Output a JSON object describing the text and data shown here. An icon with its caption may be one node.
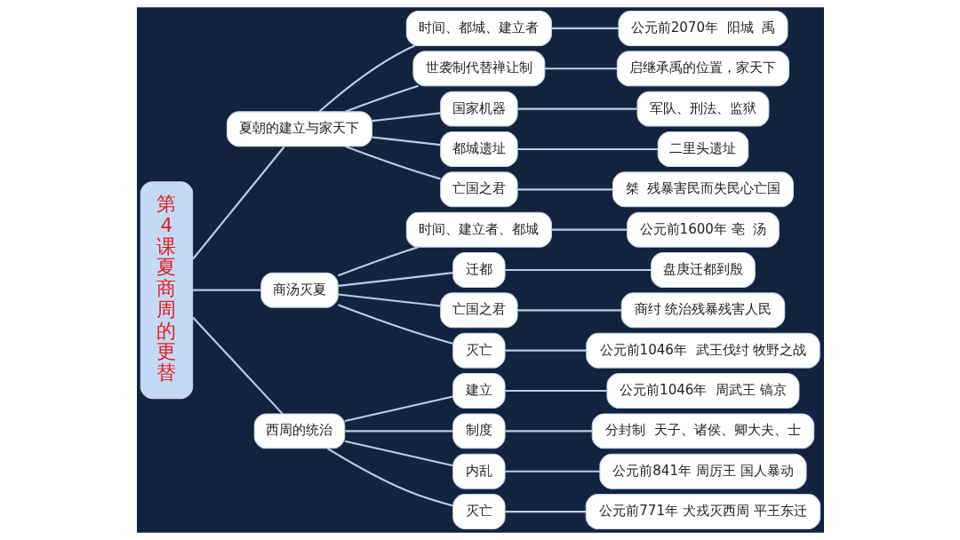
{
  "diagram": {
    "nodes": [
      {
        "text": [
          "第4课夏商周的更替"
        ]
      },
      {
        "text": [
          "夏朝的建立与家天下"
        ]
      },
      {
        "text": [
          "时间、都城、建立者"
        ]
      },
      {
        "text": [
          "公元前2070年  阳城  禹"
        ]
      },
      {
        "text": [
          "世袭制代替禅让制"
        ]
      },
      {
        "text": [
          "启继承禹的位置，家天下"
        ]
      },
      {
        "text": [
          "国家机器"
        ]
      },
      {
        "text": [
          "军队、刑法、监狱"
        ]
      },
      {
        "text": [
          "都城遗址"
        ]
      },
      {
        "text": [
          "二里头遗址"
        ]
      },
      {
        "text": [
          "亡国之君"
        ]
      },
      {
        "text": [
          "桀  残暴害民而失民心亡国"
        ]
      },
      {
        "text": [
          "商汤灭夏"
        ]
      },
      {
        "text": [
          "时间、建立者、都城"
        ]
      },
      {
        "text": [
          "公元前1600年 亳  汤"
        ]
      },
      {
        "text": [
          "迁都"
        ]
      },
      {
        "text": [
          "盘庚迁都到殷"
        ]
      },
      {
        "text": [
          "亡国之君"
        ]
      },
      {
        "text": [
          "商纣 统治残暴残害人民"
        ]
      },
      {
        "text": [
          "灭亡"
        ]
      },
      {
        "text": [
          "公元前1046年  武王伐纣 牧野之战"
        ]
      },
      {
        "text": [
          "西周的统治"
        ]
      },
      {
        "text": [
          "建立"
        ]
      },
      {
        "text": [
          "公元前1046年  周武王 镐京"
        ]
      },
      {
        "text": [
          "制度"
        ]
      },
      {
        "text": [
          "分封制  天子、诸侯、卿大夫、士"
        ]
      },
      {
        "text": [
          "内乱"
        ]
      },
      {
        "text": [
          "公元前841年 周厉王 国人暴动"
        ]
      },
      {
        "text": [
          "灭亡"
        ]
      },
      {
        "text": [
          "公元前771年 犬戎灭西周 平王东迁"
        ]
      }
    ],
    "edges": [
      {
        "from": 0,
        "to": 1,
        "arrow": "none"
      },
      {
        "from": 1,
        "to": 2,
        "arrow": "none"
      },
      {
        "from": 2,
        "to": 3,
        "arrow": "none"
      },
      {
        "from": 1,
        "to": 4,
        "arrow": "none"
      },
      {
        "from": 4,
        "to": 5,
        "arrow": "none"
      },
      {
        "from": 1,
        "to": 6,
        "arrow": "none"
      },
      {
        "from": 6,
        "to": 7,
        "arrow": "none"
      },
      {
        "from": 1,
        "to": 8,
        "arrow": "none"
      },
      {
        "from": 8,
        "to": 9,
        "arrow": "none"
      },
      {
        "from": 1,
        "to": 10,
        "arrow": "none"
      },
      {
        "from": 10,
        "to": 11,
        "arrow": "none"
      },
      {
        "from": 0,
        "to": 12,
        "arrow": "none"
      },
      {
        "from": 12,
        "to": 13,
        "arrow": "none"
      },
      {
        "from": 13,
        "to": 14,
        "arrow": "none"
      },
      {
        "from": 12,
        "to": 15,
        "arrow": "none"
      },
      {
        "from": 15,
        "to": 16,
        "arrow": "none"
      },
      {
        "from": 12,
        "to": 17,
        "arrow": "none"
      },
      {
        "from": 17,
        "to": 18,
        "arrow": "none"
      },
      {
        "from": 12,
        "to": 19,
        "arrow": "none"
      },
      {
        "from": 19,
        "to": 20,
        "arrow": "none"
      },
      {
        "from": 0,
        "to": 21,
        "arrow": "none"
      },
      {
        "from": 21,
        "to": 22,
        "arrow": "none"
      },
      {
        "from": 22,
        "to": 23,
        "arrow": "none"
      },
      {
        "from": 21,
        "to": 24,
        "arrow": "none"
      },
      {
        "from": 24,
        "to": 25,
        "arrow": "none"
      },
      {
        "from": 21,
        "to": 26,
        "arrow": "none"
      },
      {
        "from": 26,
        "to": 27,
        "arrow": "none"
      },
      {
        "from": 21,
        "to": 28,
        "arrow": "none"
      },
      {
        "from": 28,
        "to": 29,
        "arrow": "none"
      }
    ]
  }
}
